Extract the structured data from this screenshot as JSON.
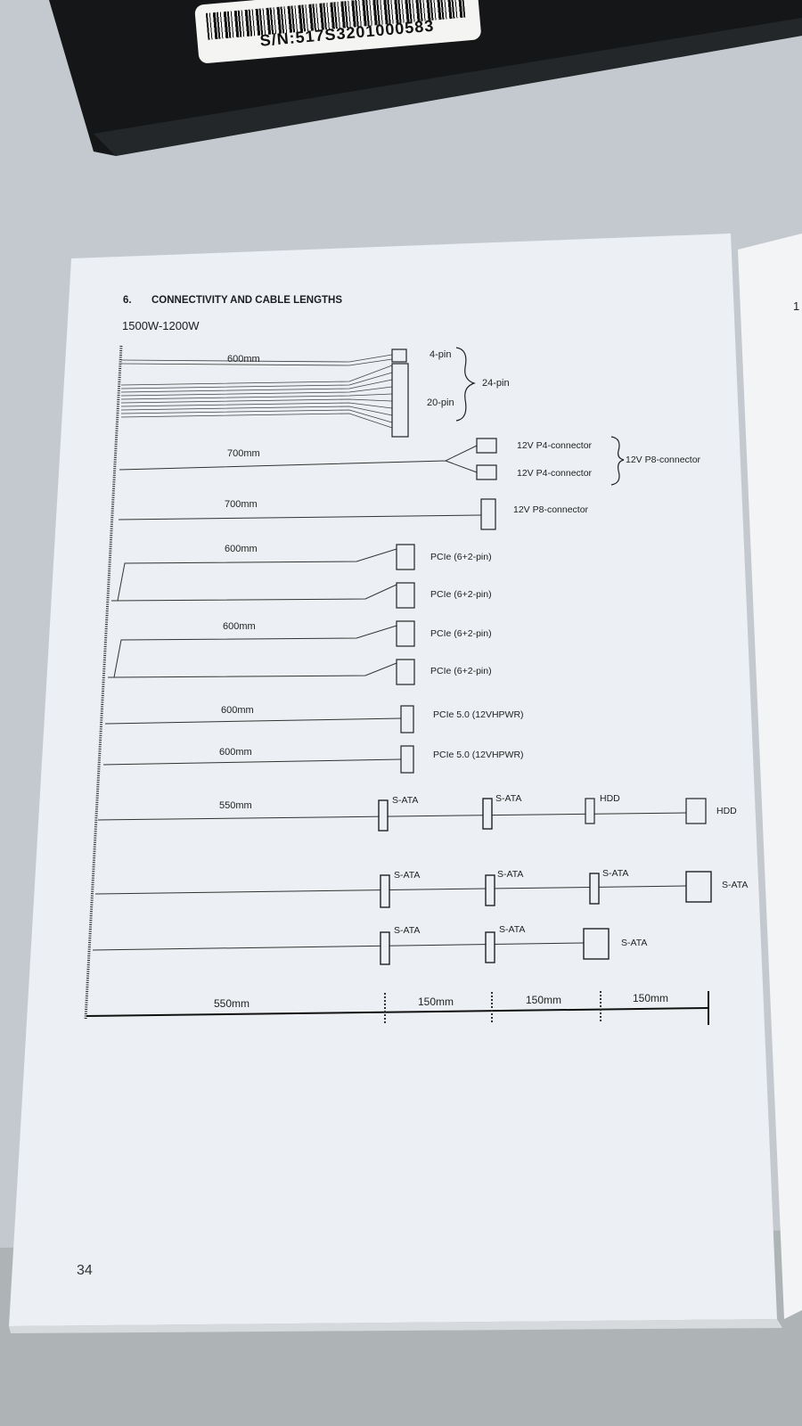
{
  "box_label": {
    "serial": "S/N:517S3201000583"
  },
  "page": {
    "section_number": "6.",
    "section_title": "CONNECTIVITY AND CABLE LENGTHS",
    "model_range": "1500W-1200W",
    "page_number": "34"
  },
  "cables": [
    {
      "length": "600mm",
      "connectors": [
        "4-pin",
        "20-pin"
      ],
      "group_label": "24-pin"
    },
    {
      "length": "700mm",
      "connectors": [
        "12V P4-connector",
        "12V P4-connector"
      ],
      "group_label": "12V P8-connector"
    },
    {
      "length": "700mm",
      "connectors": [
        "12V P8-connector"
      ]
    },
    {
      "length": "600mm",
      "connectors": [
        "PCIe (6+2-pin)",
        "PCIe (6+2-pin)"
      ]
    },
    {
      "length": "600mm",
      "connectors": [
        "PCIe (6+2-pin)",
        "PCIe (6+2-pin)"
      ]
    },
    {
      "length": "600mm",
      "connectors": [
        "PCIe 5.0 (12VHPWR)"
      ]
    },
    {
      "length": "600mm",
      "connectors": [
        "PCIe 5.0 (12VHPWR)"
      ]
    },
    {
      "length": "550mm",
      "connectors": [
        "S-ATA",
        "S-ATA",
        "HDD",
        "HDD"
      ]
    },
    {
      "length": "",
      "connectors": [
        "S-ATA",
        "S-ATA",
        "S-ATA",
        "S-ATA"
      ]
    },
    {
      "length": "",
      "connectors": [
        "S-ATA",
        "S-ATA",
        "S-ATA"
      ]
    }
  ],
  "scale": [
    "550mm",
    "150mm",
    "150mm",
    "150mm"
  ]
}
